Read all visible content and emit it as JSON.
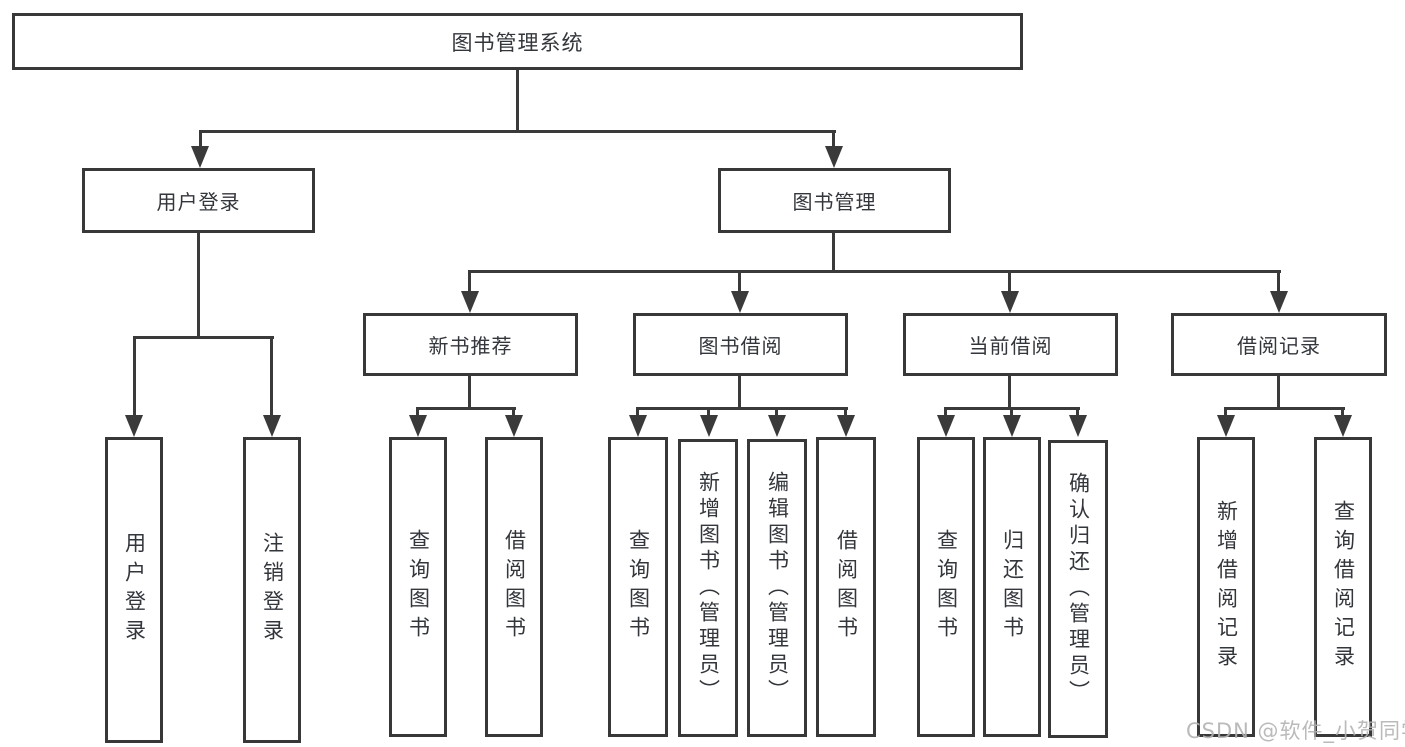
{
  "diagram": {
    "nodes": {
      "root": "图书管理系统",
      "user_login": "用户登录",
      "book_management": "图书管理",
      "new_book_recommend": "新书推荐",
      "book_borrow": "图书借阅",
      "current_borrow": "当前借阅",
      "borrow_records": "借阅记录",
      "leaf_user_login": "用户登录",
      "leaf_logout": "注销登录",
      "leaf_query_books_1": "查询图书",
      "leaf_borrow_books_1": "借阅图书",
      "leaf_query_books_2": "查询图书",
      "leaf_add_book_admin": "新增图书（管理员）",
      "leaf_edit_book_admin": "编辑图书（管理员）",
      "leaf_borrow_books_2": "借阅图书",
      "leaf_query_books_3": "查询图书",
      "leaf_return_book": "归还图书",
      "leaf_confirm_return_admin": "确认归还（管理员）",
      "leaf_add_borrow_record": "新增借阅记录",
      "leaf_query_borrow_record": "查询借阅记录"
    },
    "colors": {
      "line": "#3a3a3a",
      "text": "#33363b",
      "background": "#ffffff",
      "watermark_text": "#b3b3b3"
    }
  },
  "watermark": {
    "text": "CSDN @软件_小贺同学"
  }
}
